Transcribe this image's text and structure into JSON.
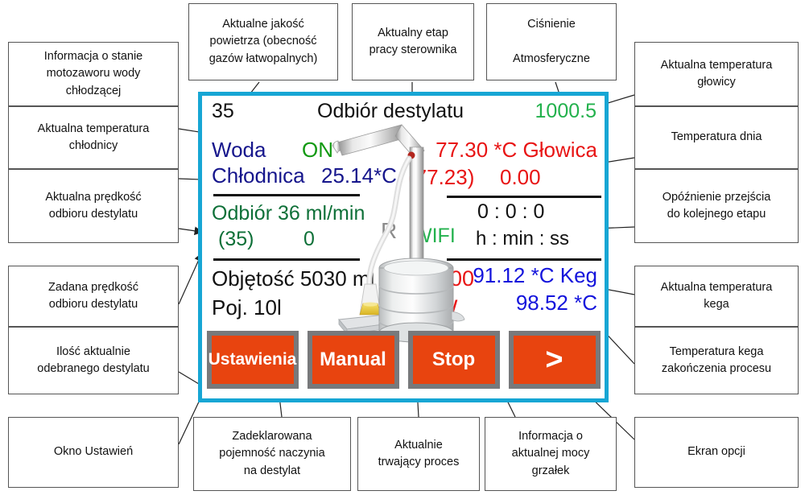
{
  "device": {
    "border_color": "#17A6D4",
    "status_bar": {
      "air_quality": "35",
      "stage_title": "Odbiór destylatu",
      "atmospheric_pressure": "1000.5"
    },
    "water": {
      "label": "Woda",
      "valve_state": "ON",
      "cooler_label": "Chłodnica",
      "cooler_temp": "25.14*C"
    },
    "takeoff": {
      "label_rate": "Odbiór 36 ml/min",
      "set_rate": "(35)",
      "current_value": "0"
    },
    "volume": {
      "collected": "Objętość 5030 ml",
      "capacity": "Poj. 10l"
    },
    "head": {
      "temp": "77.30 *C Głowica",
      "day_temp": "(77.23)",
      "delta": "0.00"
    },
    "timer": {
      "value": "0 : 0 : 0",
      "units": "h : min : ss",
      "wifi": "WIFI"
    },
    "keg": {
      "current": "91.12 *C Keg",
      "end_process": "98.52 *C"
    },
    "graphics": {
      "reflux_label": "R",
      "heater_power": "2500",
      "heater_unit": "W"
    },
    "buttons": [
      {
        "name": "settings",
        "label": "Ustawienia",
        "size": "small"
      },
      {
        "name": "manual",
        "label": "Manual",
        "size": "normal"
      },
      {
        "name": "stop",
        "label": "Stop",
        "size": "normal"
      },
      {
        "name": "next",
        "label": ">",
        "size": "arrow"
      }
    ],
    "colors": {
      "button_face": "#E8440F",
      "button_frame": "#78797B",
      "green": "#22B14C",
      "red": "#E81414",
      "blue": "#1414DC",
      "navy": "#16168C",
      "dark_green": "#0E7038"
    }
  },
  "callouts": {
    "top": [
      {
        "id": "air-quality",
        "text_lines": [
          "Aktualne jakość",
          "powietrza (obecność",
          "gazów łatwopalnych)"
        ]
      },
      {
        "id": "stage",
        "text_lines": [
          "Aktualny etap",
          "pracy sterownika"
        ]
      },
      {
        "id": "pressure",
        "text_lines": [
          "Ciśnienie",
          "Atmosferyczne"
        ]
      }
    ],
    "left": [
      {
        "id": "water-valve",
        "text_lines": [
          "Informacja o stanie",
          "motozaworu wody",
          "chłodzącej"
        ]
      },
      {
        "id": "cooler-temp",
        "text_lines": [
          "Aktualna temperatura",
          "chłodnicy"
        ]
      },
      {
        "id": "takeoff-rate",
        "text_lines": [
          "Aktualna prędkość",
          "odbioru destylatu"
        ]
      },
      {
        "id": "set-rate",
        "text_lines": [
          "Zadana prędkość",
          "odbioru destylatu"
        ]
      },
      {
        "id": "collected",
        "text_lines": [
          "Ilość aktualnie",
          "odebranego destylatu"
        ]
      },
      {
        "id": "settings-win",
        "text_lines": [
          "Okno Ustawień"
        ]
      }
    ],
    "right": [
      {
        "id": "head-temp",
        "text_lines": [
          "Aktualna temperatura",
          "głowicy"
        ]
      },
      {
        "id": "day-temp",
        "text_lines": [
          "Temperatura dnia"
        ]
      },
      {
        "id": "delay",
        "text_lines": [
          "Opóźnienie przejścia",
          "do kolejnego etapu"
        ]
      },
      {
        "id": "keg-temp",
        "text_lines": [
          "Aktualna temperatura",
          "kega"
        ]
      },
      {
        "id": "keg-end",
        "text_lines": [
          "Temperatura kega",
          "zakończenia procesu"
        ]
      },
      {
        "id": "options",
        "text_lines": [
          "Ekran opcji"
        ]
      }
    ],
    "bottom": [
      {
        "id": "capacity",
        "text_lines": [
          "Zadeklarowana",
          "pojemność naczynia",
          "na destylat"
        ]
      },
      {
        "id": "process",
        "text_lines": [
          "Aktualnie",
          "trwający proces"
        ]
      },
      {
        "id": "heater-power",
        "text_lines": [
          "Informacja o",
          "aktualnej mocy",
          "grzałek"
        ]
      }
    ]
  }
}
